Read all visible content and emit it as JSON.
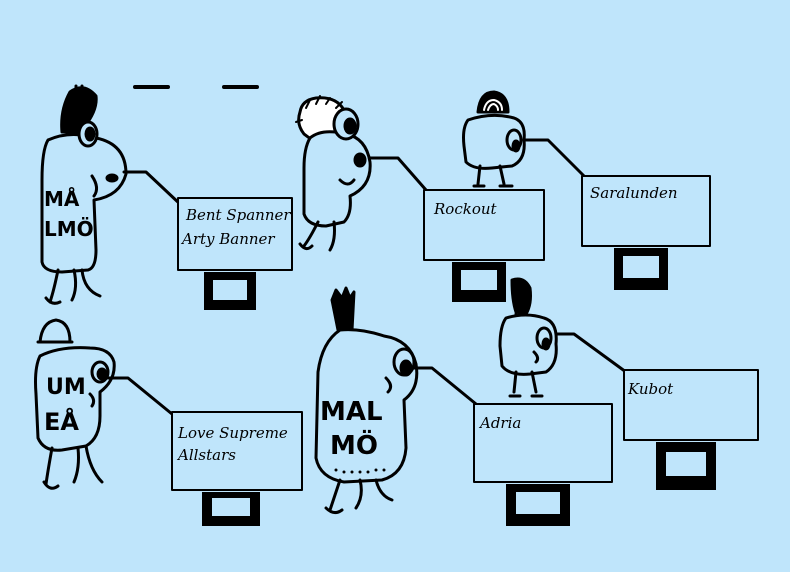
{
  "colors": {
    "background": "#bfe5fb",
    "ink": "#000000",
    "panel": "#bfe5fb"
  },
  "characters": [
    {
      "id": "malmo-tall",
      "body_text": [
        "MÅ",
        "LMÖ"
      ],
      "team_lines": [
        "Bent Spanner",
        "Arty Banner"
      ]
    },
    {
      "id": "fuzzy-hair",
      "body_text": [],
      "team_lines": [
        "Rockout"
      ]
    },
    {
      "id": "swirl-hat",
      "body_text": [],
      "team_lines": [
        "Saralunden"
      ]
    },
    {
      "id": "umea",
      "body_text": [
        "UM",
        "EÅ"
      ],
      "team_lines": [
        "Love Supreme",
        "Allstars"
      ]
    },
    {
      "id": "malmo-mohawk",
      "body_text": [
        "MAL",
        "MÖ"
      ],
      "team_lines": [
        "Adria"
      ]
    },
    {
      "id": "spartan-helmet",
      "body_text": [],
      "team_lines": [
        "Kubot"
      ]
    }
  ]
}
